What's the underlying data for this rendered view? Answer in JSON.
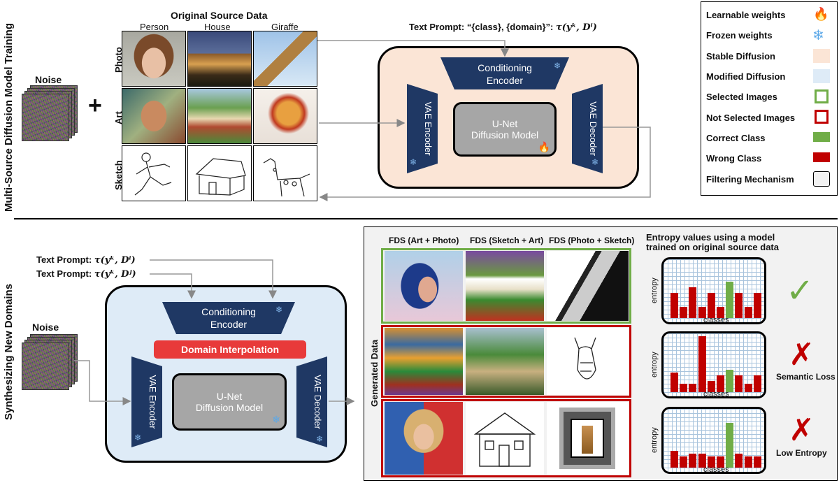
{
  "top": {
    "section_title": "Multi-Source Diffusion Model Training",
    "noise_label": "Noise",
    "plus": "+",
    "source_title": "Original Source Data",
    "columns": [
      "Person",
      "House",
      "Giraffe"
    ],
    "rows": [
      "Photo",
      "Art",
      "Sketch"
    ],
    "text_prompt_label": "Text Prompt: “{class}, {domain}”:",
    "text_prompt_formula": "τ(yᵏ, Dⁱ)",
    "conditioning_encoder": [
      "Conditioning",
      "Encoder"
    ],
    "vae_encoder": "VAE Encoder",
    "vae_decoder": "VAE Decoder",
    "unet": [
      "U-Net",
      "Diffusion Model"
    ]
  },
  "legend": {
    "items": [
      {
        "label": "Learnable weights",
        "icon": "flame-icon"
      },
      {
        "label": "Frozen weights",
        "icon": "snowflake-icon"
      },
      {
        "label": "Stable Diffusion",
        "color": "#fbe5d6"
      },
      {
        "label": "Modified Diffusion",
        "color": "#deebf7"
      },
      {
        "label": "Selected Images",
        "color": "#70ad47"
      },
      {
        "label": "Not Selected Images",
        "color": "#c00000"
      },
      {
        "label": "Correct Class",
        "color": "#70ad47"
      },
      {
        "label": "Wrong Class",
        "color": "#c00000"
      },
      {
        "label": "Filtering Mechanism",
        "color": "#f2f2f2"
      }
    ]
  },
  "bottom": {
    "section_title": "Synthesizing New Domains",
    "text_prompt_1_label": "Text Prompt:",
    "text_prompt_1_formula": "τ(yᵏ, Dⁱ)",
    "text_prompt_2_label": "Text Prompt:",
    "text_prompt_2_formula": "τ(yᵏ, Dʲ)",
    "noise_label": "Noise",
    "conditioning_encoder": [
      "Conditioning",
      "Encoder"
    ],
    "domain_interpolation": "Domain Interpolation",
    "vae_encoder": "VAE Encoder",
    "vae_decoder": "VAE Decoder",
    "unet": [
      "U-Net",
      "Diffusion Model"
    ],
    "generated_data": "Generated Data",
    "fds_columns": [
      "FDS (Art + Photo)",
      "FDS (Sketch + Art)",
      "FDS (Photo + Sketch)"
    ],
    "entropy_title": [
      "Entropy values using a model",
      "trained on original source data"
    ],
    "entropy_ylabel": "entropy",
    "entropy_xlabel": "classes",
    "verdicts": [
      "",
      "Semantic Loss",
      "Low Entropy"
    ]
  },
  "chart_data": [
    {
      "type": "bar",
      "xlabel": "classes",
      "ylabel": "entropy",
      "values": [
        0.45,
        0.2,
        0.55,
        0.2,
        0.45,
        0.2,
        0.65,
        0.45,
        0.2,
        0.45
      ],
      "highlight_index": 6
    },
    {
      "type": "bar",
      "xlabel": "classes",
      "ylabel": "entropy",
      "values": [
        0.35,
        0.15,
        0.15,
        1.0,
        0.2,
        0.3,
        0.4,
        0.3,
        0.15,
        0.3
      ],
      "highlight_index": 6
    },
    {
      "type": "bar",
      "xlabel": "classes",
      "ylabel": "entropy",
      "values": [
        0.3,
        0.2,
        0.25,
        0.25,
        0.2,
        0.2,
        0.8,
        0.25,
        0.2,
        0.2
      ],
      "highlight_index": 6
    }
  ]
}
